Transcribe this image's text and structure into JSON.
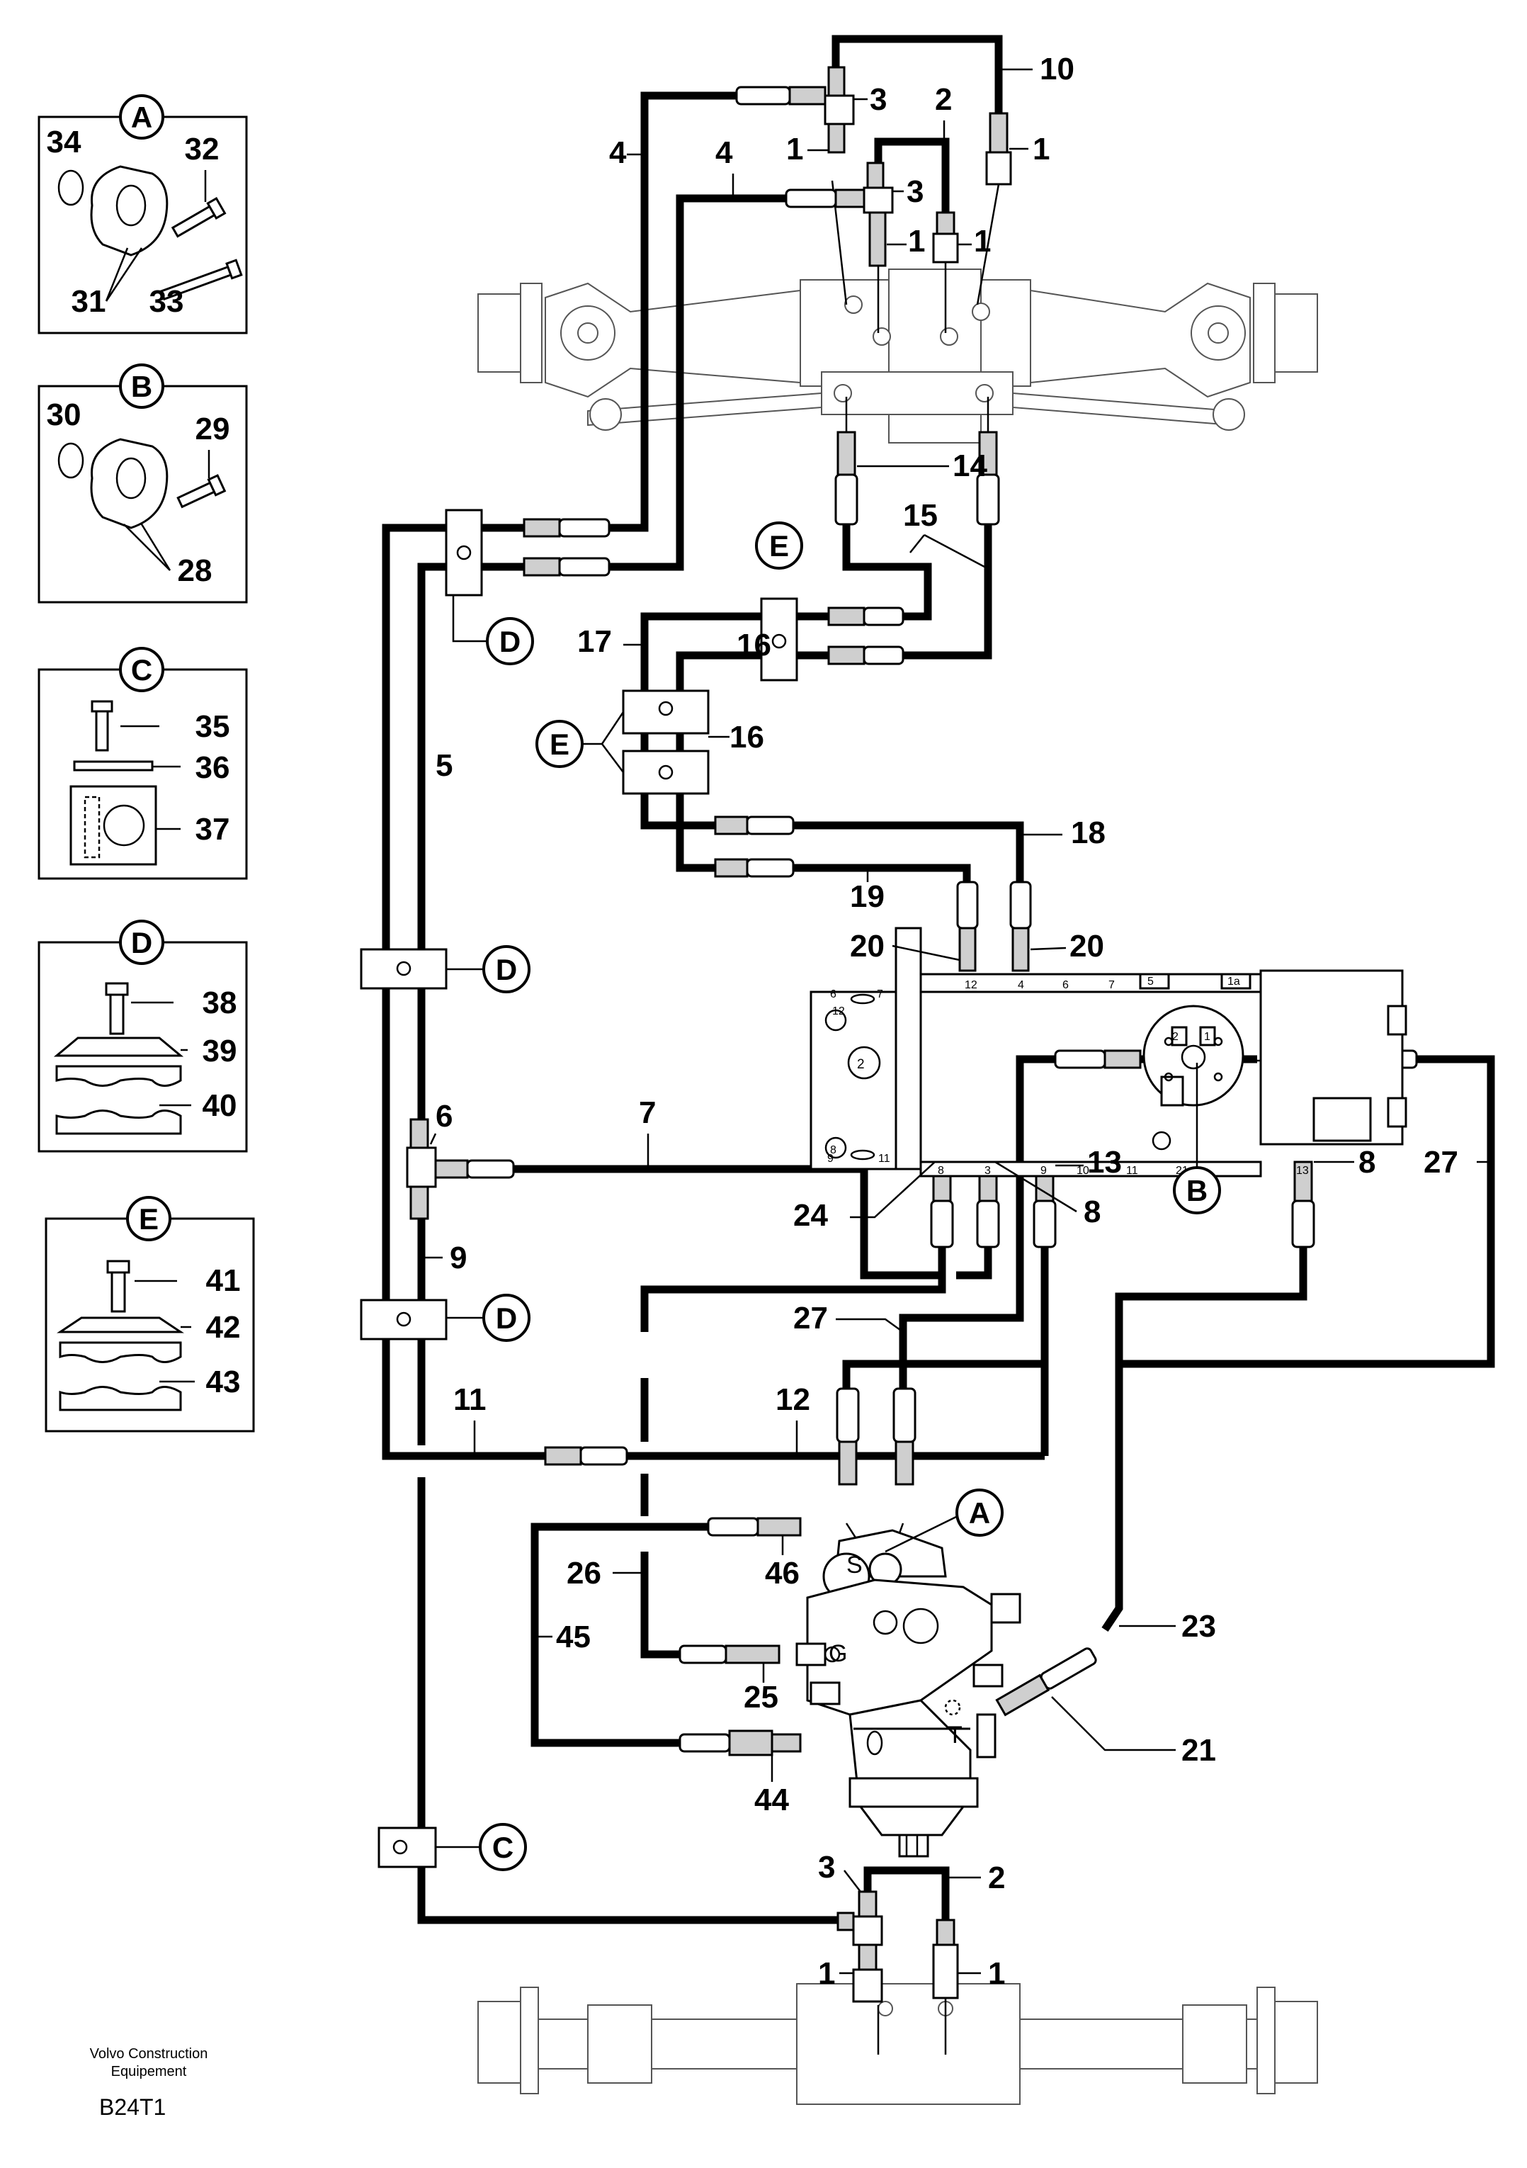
{
  "footer": {
    "brand_line1": "Volvo Construction",
    "brand_line2": "Equipement",
    "code": "B24T1"
  },
  "detail_boxes": [
    {
      "id": "A",
      "parts": [
        "34",
        "32",
        "31",
        "33"
      ]
    },
    {
      "id": "B",
      "parts": [
        "30",
        "29",
        "28"
      ]
    },
    {
      "id": "C",
      "parts": [
        "35",
        "36",
        "37"
      ]
    },
    {
      "id": "D",
      "parts": [
        "38",
        "39",
        "40"
      ]
    },
    {
      "id": "E",
      "parts": [
        "41",
        "42",
        "43"
      ]
    }
  ],
  "callouts": {
    "A": "A",
    "B": "B",
    "C": "C",
    "D": "D",
    "E": "E"
  },
  "parts": {
    "p1": "1",
    "p2": "2",
    "p3": "3",
    "p4": "4",
    "p5": "5",
    "p6": "6",
    "p7": "7",
    "p8": "8",
    "p9": "9",
    "p10": "10",
    "p11": "11",
    "p12": "12",
    "p13": "13",
    "p14": "14",
    "p15": "15",
    "p16": "16",
    "p17": "17",
    "p18": "18",
    "p19": "19",
    "p20": "20",
    "p21": "21",
    "p23": "23",
    "p24": "24",
    "p25": "25",
    "p26": "26",
    "p27": "27",
    "p44": "44",
    "p45": "45",
    "p46": "46"
  },
  "ports": {
    "S": "S",
    "G": "G",
    "T": "T"
  },
  "block_ports": [
    "6",
    "7",
    "12",
    "2",
    "8",
    "9",
    "11",
    "12",
    "4",
    "6",
    "7",
    "5",
    "1a",
    "8",
    "3",
    "9",
    "10",
    "11",
    "21",
    "13",
    "2",
    "1"
  ]
}
